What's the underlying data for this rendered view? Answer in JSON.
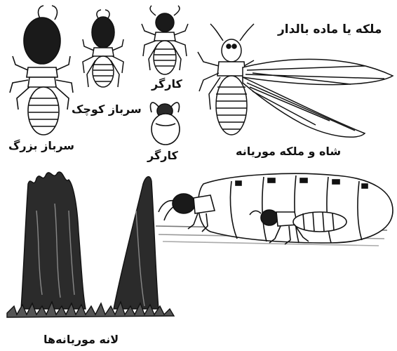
{
  "labels": {
    "queen_winged": "ملکه یا ماده بالدار",
    "worker_top": "کارگر",
    "small_soldier": "سرباز کوچک",
    "large_soldier": "سرباز بزرگ",
    "worker_bottom": "کارگر",
    "king_and_queen": "شاه و ملکه موریانه",
    "nests": "لانه موریانه‌ها"
  },
  "icons": {
    "large_soldier": "large-soldier-termite-icon",
    "small_soldier": "small-soldier-termite-icon",
    "worker": "worker-termite-icon",
    "worker_head": "worker-termite-head-icon",
    "winged_queen": "winged-queen-termite-icon",
    "royal_pair": "termite-king-and-queen-icon",
    "nest": "termite-mound-icon"
  },
  "colors": {
    "ink": "#111111",
    "paper": "#ffffff"
  }
}
